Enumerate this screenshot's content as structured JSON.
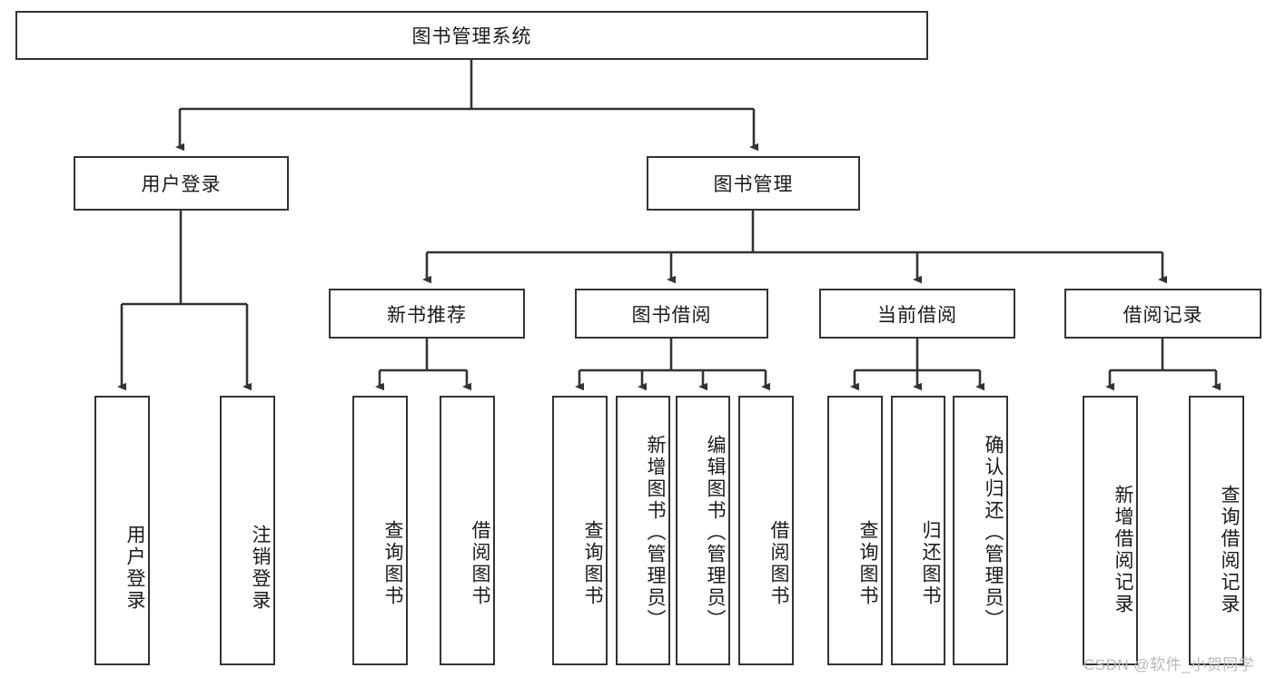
{
  "diagram": {
    "title": "图书管理系统",
    "watermark": "CSDN @软件_小贺同学",
    "nodes": {
      "root": {
        "label": "图书管理系统"
      },
      "level2": [
        {
          "id": "user-login",
          "label": "用户登录"
        },
        {
          "id": "book-management",
          "label": "图书管理"
        }
      ],
      "level3": [
        {
          "id": "new-book-recommend",
          "label": "新书推荐"
        },
        {
          "id": "book-borrow",
          "label": "图书借阅"
        },
        {
          "id": "current-borrow",
          "label": "当前借阅"
        },
        {
          "id": "borrow-record",
          "label": "借阅记录"
        }
      ],
      "leaves": {
        "user_login": [
          {
            "id": "leaf-user-login",
            "label": "用户登录"
          },
          {
            "id": "leaf-logout-login",
            "label": "注销登录"
          }
        ],
        "new_book_recommend": [
          {
            "id": "leaf-query-book-1",
            "label": "查询图书"
          },
          {
            "id": "leaf-borrow-book-1",
            "label": "借阅图书"
          }
        ],
        "book_borrow": [
          {
            "id": "leaf-query-book-2",
            "label": "查询图书"
          },
          {
            "id": "leaf-add-book",
            "label": "新增图书（管理员）"
          },
          {
            "id": "leaf-edit-book",
            "label": "编辑图书（管理员）"
          },
          {
            "id": "leaf-borrow-book-2",
            "label": "借阅图书"
          }
        ],
        "current_borrow": [
          {
            "id": "leaf-query-book-3",
            "label": "查询图书"
          },
          {
            "id": "leaf-return-book",
            "label": "归还图书"
          },
          {
            "id": "leaf-confirm-return",
            "label": "确认归还（管理员）"
          }
        ],
        "borrow_record": [
          {
            "id": "leaf-add-borrow-record",
            "label": "新增借阅记录"
          },
          {
            "id": "leaf-query-borrow-record",
            "label": "查询借阅记录"
          }
        ]
      }
    },
    "colors": {
      "stroke": "#333333",
      "background": "#ffffff",
      "text": "#1a1a1a",
      "watermark": "#b9b9b9"
    }
  }
}
